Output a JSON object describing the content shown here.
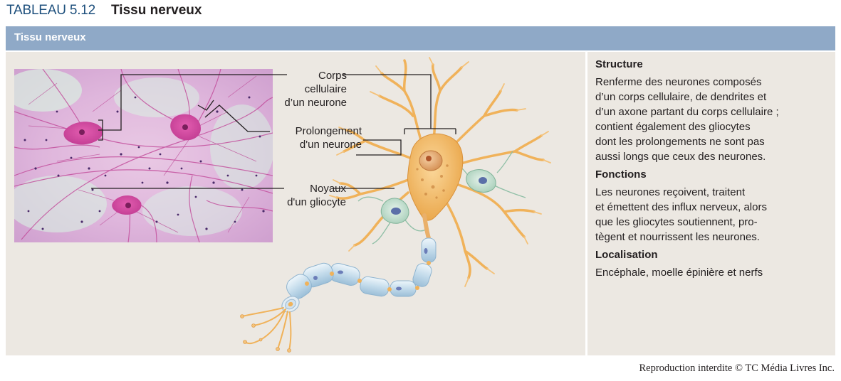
{
  "header": {
    "table_number": "TABLEAU 5.12",
    "table_title": "Tissu nerveux"
  },
  "band": {
    "label": "Tissu nerveux"
  },
  "callouts": {
    "cell_body": [
      "Corps",
      "cellulaire",
      "d’un neurone"
    ],
    "process": [
      "Prolongement",
      "d'un neurone"
    ],
    "glial_nucleus": [
      "Noyaux",
      "d'un gliocyte"
    ]
  },
  "sections": [
    {
      "heading": "Structure",
      "lines": [
        "Renferme des neurones composés",
        "d’un corps cellulaire, de dendrites et",
        "d’un axone partant du corps cellulaire ;",
        "contient également des gliocytes",
        "dont les prolongements ne sont pas",
        "aussi longs que ceux des neurones."
      ]
    },
    {
      "heading": "Fonctions",
      "lines": [
        "Les neurones reçoivent, traitent",
        "et émettent des influx nerveux, alors",
        "que les gliocytes soutiennent, pro-",
        "tègent et nourrissent les neurones."
      ]
    },
    {
      "heading": "Localisation",
      "lines": [
        "Encéphale, moelle épinière et nerfs"
      ]
    }
  ],
  "copyright": "Reproduction interdite © TC Média Livres Inc.",
  "colors": {
    "accent_blue": "#1d4f7c",
    "band_blue": "#8fa9c7",
    "panel_bg": "#ece8e2",
    "stain_pink": "#d24fa6",
    "neuron_orange": "#f2b45c",
    "myelin_blue": "#c5dcec"
  }
}
